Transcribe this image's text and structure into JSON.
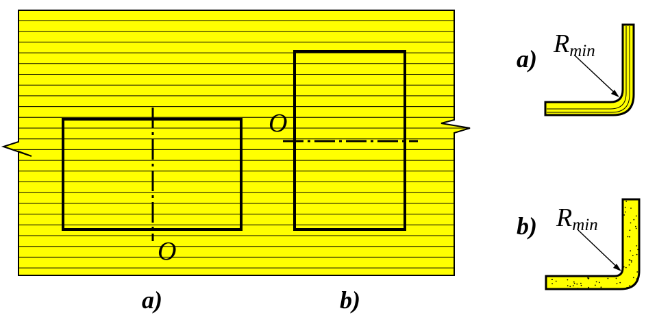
{
  "colors": {
    "sheet_fill": "#ffff00",
    "stroke": "#000000",
    "background": "#ffffff"
  },
  "sheet": {
    "blank_a": {
      "label": "a)",
      "axis_label": "O"
    },
    "blank_b": {
      "label": "b)",
      "axis_label": "O"
    }
  },
  "bends": {
    "bend_a": {
      "label": "a)",
      "radius_main": "R",
      "radius_sub": "min"
    },
    "bend_b": {
      "label": "b)",
      "radius_main": "R",
      "radius_sub": "min"
    }
  }
}
